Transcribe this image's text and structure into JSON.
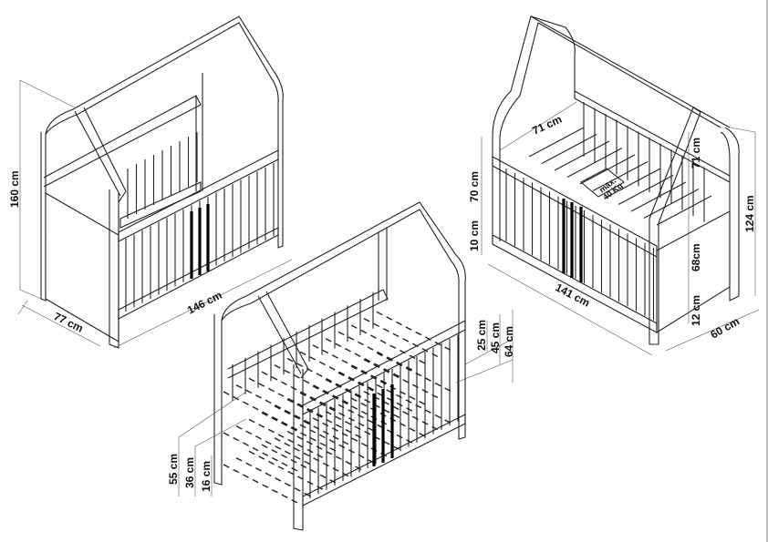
{
  "views": {
    "crib_left": {
      "dimensions": {
        "height": "160 cm",
        "depth": "77 cm",
        "length": "146 cm"
      }
    },
    "crib_right": {
      "dimensions": {
        "inner_width": "71 cm",
        "upper_rail": "70 cm",
        "lower_gap": "10 cm",
        "roof_height": "71 cm",
        "total_height": "124 cm",
        "side_height": "68cm",
        "floor_clearance": "12 cm",
        "depth": "60 cm",
        "length": "141 cm"
      },
      "load_label": {
        "line1": "max.",
        "line2": "40 Kg"
      }
    },
    "crib_middle": {
      "dimensions": {
        "h1": "25 cm",
        "h2": "45 cm",
        "h3": "64 cm",
        "mattress_high": "55 cm",
        "mattress_mid": "36 cm",
        "mattress_low": "16 cm"
      }
    }
  },
  "colors": {
    "line": "#222222",
    "background": "#ffffff"
  }
}
